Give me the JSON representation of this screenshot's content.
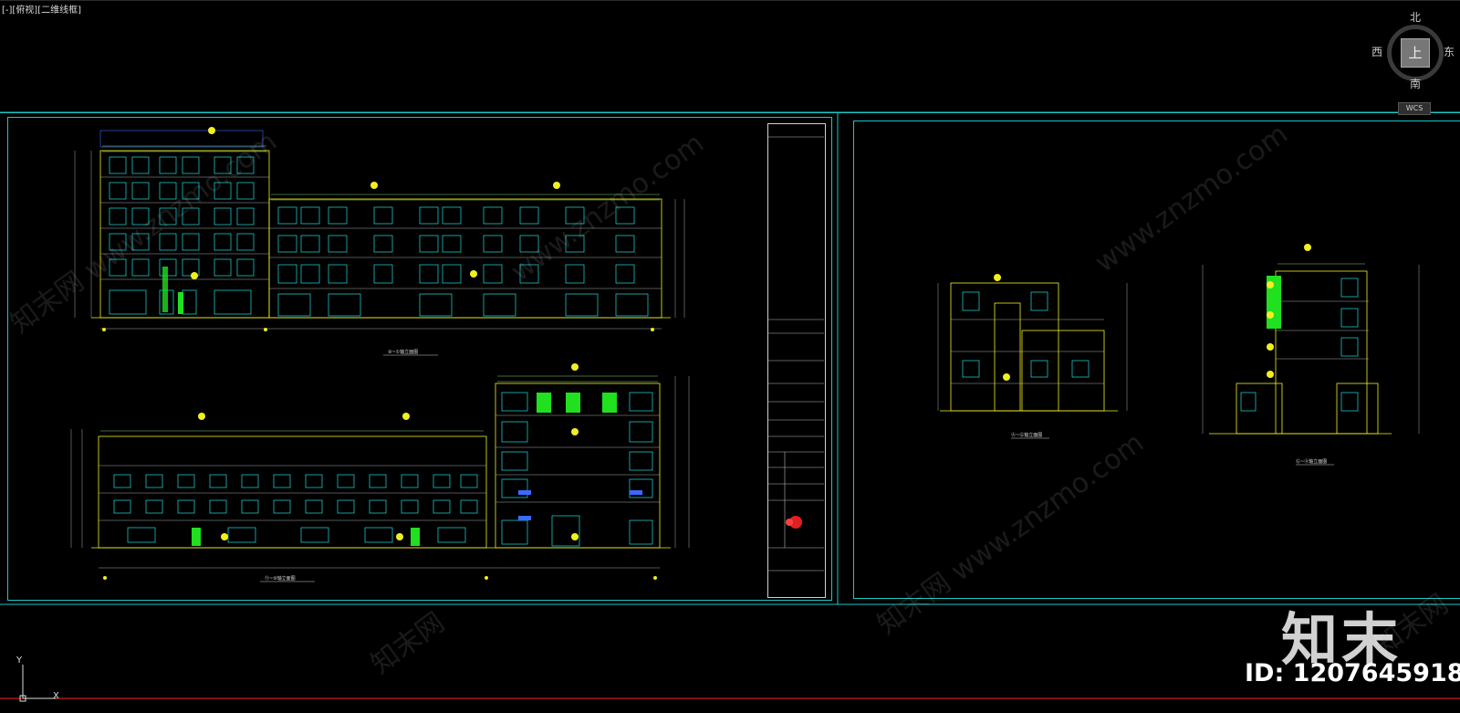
{
  "viewport": {
    "label": "[-][俯视][二维线框]"
  },
  "viewcube": {
    "north": "北",
    "south": "南",
    "east": "东",
    "west": "西",
    "top_face": "上",
    "wcs": "WCS"
  },
  "ucs": {
    "y": "Y",
    "x": "X"
  },
  "drawing_titles": {
    "elev_1": "⑩~①轴立面图",
    "elev_2": "⑪~⑩轴立面图",
    "elev_3": "Ⓐ~Ⓖ轴立面图",
    "elev_4": "Ⓖ~Ⓐ轴立面图"
  },
  "watermarks": [
    "知末网 www.znzmo.com",
    "www.znzmo.com",
    "知末网",
    "www.znzmo.com",
    "知末网 www.znzmo.com",
    "知末网"
  ],
  "branding": {
    "logo": "知末",
    "id": "ID: 1207645918"
  },
  "colors": {
    "frame": "#18c8c8",
    "wall": "#f0f020",
    "window": "#20e0e0",
    "green_fill": "#20e020",
    "red_line": "#ff2020",
    "background": "#000000"
  }
}
